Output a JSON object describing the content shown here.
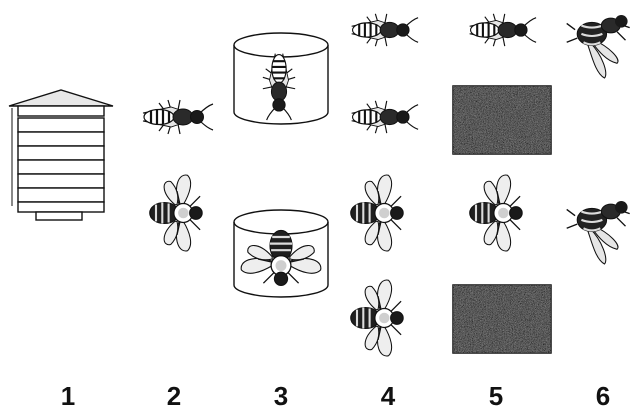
{
  "columns": [
    {
      "id": 1,
      "label": "1",
      "contents": [
        "beehive"
      ]
    },
    {
      "id": 2,
      "label": "2",
      "contents": [
        "worker-bee-wings-closed",
        "bee-wings-spread"
      ]
    },
    {
      "id": 3,
      "label": "3",
      "contents": [
        "caged-bee-wings-closed",
        "caged-bee-wings-spread"
      ]
    },
    {
      "id": 4,
      "label": "4",
      "contents": [
        "bee-wings-closed",
        "bee-wings-closed",
        "bee-wings-spread",
        "bee-wings-spread"
      ]
    },
    {
      "id": 5,
      "label": "5",
      "contents": [
        "bee-wings-closed",
        "noise-patch",
        "bee-wings-spread",
        "noise-patch"
      ]
    },
    {
      "id": 6,
      "label": "6",
      "contents": [
        "hornet-attacking-bee",
        "hornet-attacking-bee"
      ]
    }
  ],
  "colors": {
    "ink": "#111111",
    "bee_body": "#2a2a2a",
    "wing": "#e8e8e8",
    "noise_patch": "#3a3a3a",
    "background": "#ffffff"
  }
}
